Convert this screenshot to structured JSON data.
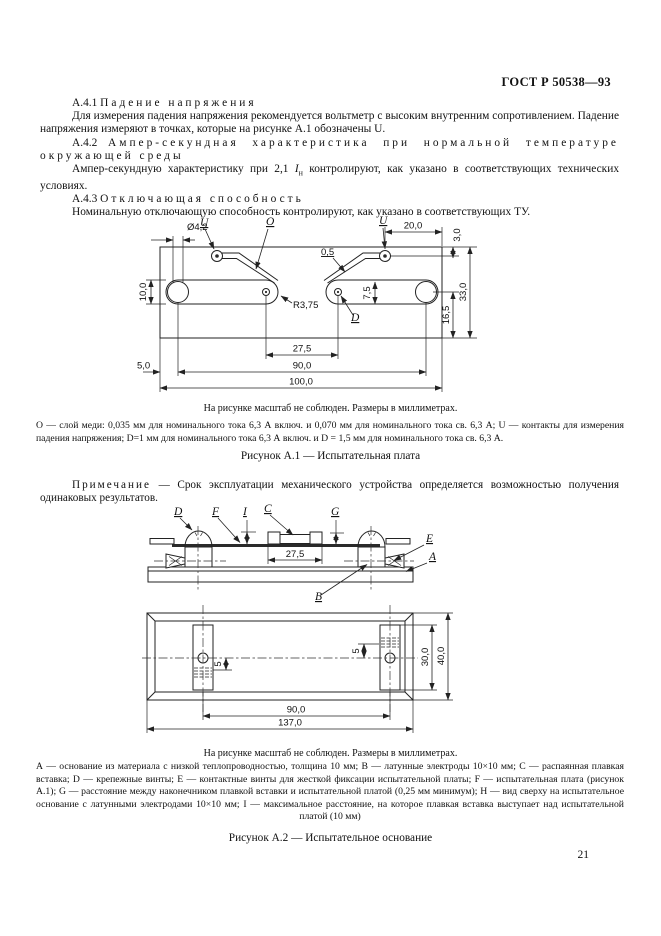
{
  "doc": {
    "standard": "ГОСТ Р 50538—93",
    "page_number": "21"
  },
  "sections": {
    "s41_num": "А.4.1",
    "s41_title": "Падение напряжения",
    "s41_body": "Для измерения падения напряжения рекомендуется вольтметр с высоким внутренним сопротивлением. Падение напряжения измеряют в точках, которые на рисунке А.1 обозначены U.",
    "s42_num": "А.4.2",
    "s42_title": "Ампер-секундная характеристика при нормальной температуре окружающей среды",
    "s42_body_pre": "Ампер-секундную характеристику при 2,1 ",
    "s42_body_var": "I",
    "s42_body_sub": "н",
    "s42_body_post": " контролируют, как указано в соответствующих технических условиях.",
    "s43_num": "А.4.3",
    "s43_title": "Отключающая способность",
    "s43_body": "Номинальную отключающую способность контролируют, как указано в соответствующих ТУ."
  },
  "figure_a1": {
    "scale_note": "На рисунке масштаб не соблюден. Размеры в миллиметрах.",
    "legend": "O — слой меди: 0,035 мм для номинального тока 6,3 А включ. и 0,070 мм для номинального тока св. 6,3 А; U — контакты для измерения падения напряжения; D=1 мм для номинального тока 6,3 А включ. и D = 1,5 мм для номинального тока св. 6,3 А.",
    "caption": "Рисунок А.1 — Испытательная плата",
    "labels": {
      "u_left": "U",
      "o": "O",
      "u_right": "U",
      "d": "D"
    },
    "dims": {
      "dia": "Ø4,2",
      "d20": "20,0",
      "d3": "3,0",
      "d05": "0,5",
      "d10": "10,0",
      "r": "R3,75",
      "d75": "7,5",
      "d33": "33,0",
      "d165": "16,5",
      "d275": "27,5",
      "d90": "90,0",
      "d5": "5,0",
      "d100": "100,0"
    }
  },
  "note": {
    "label": "Примечание",
    "text": "— Срок эксплуатации механического устройства определяется возможностью получения одинаковых результатов."
  },
  "figure_a2": {
    "scale_note": "На рисунке масштаб не соблюден. Размеры в миллиметрах.",
    "legend": "А — основание из материала с низкой теплопроводностью, толщина 10 мм; В — латунные электроды 10×10 мм; С — распаянная плавкая вставка; D — крепежные винты; Е — контактные винты для жесткой фиксации испытательной платы; F — испытательная плата (рисунок А.1); G — расстояние между наконечником плавкой вставки и испытательной платой (0,25 мм минимум); Н — вид сверху на испытательное основание с латунными электродами 10×10 мм; I — максимальное расстояние, на которое плавкая вставка выступает над испытательной платой (10 мм)",
    "caption": "Рисунок А.2 — Испытательное основание",
    "labels": {
      "a": "A",
      "b": "B",
      "c": "C",
      "d": "D",
      "e": "E",
      "f": "F",
      "g": "G",
      "i": "I"
    },
    "dims": {
      "d275": "27,5",
      "d5_left": "5",
      "d5_right": "5",
      "d30": "30,0",
      "d40": "40,0",
      "d90": "90,0",
      "d137": "137,0"
    }
  }
}
